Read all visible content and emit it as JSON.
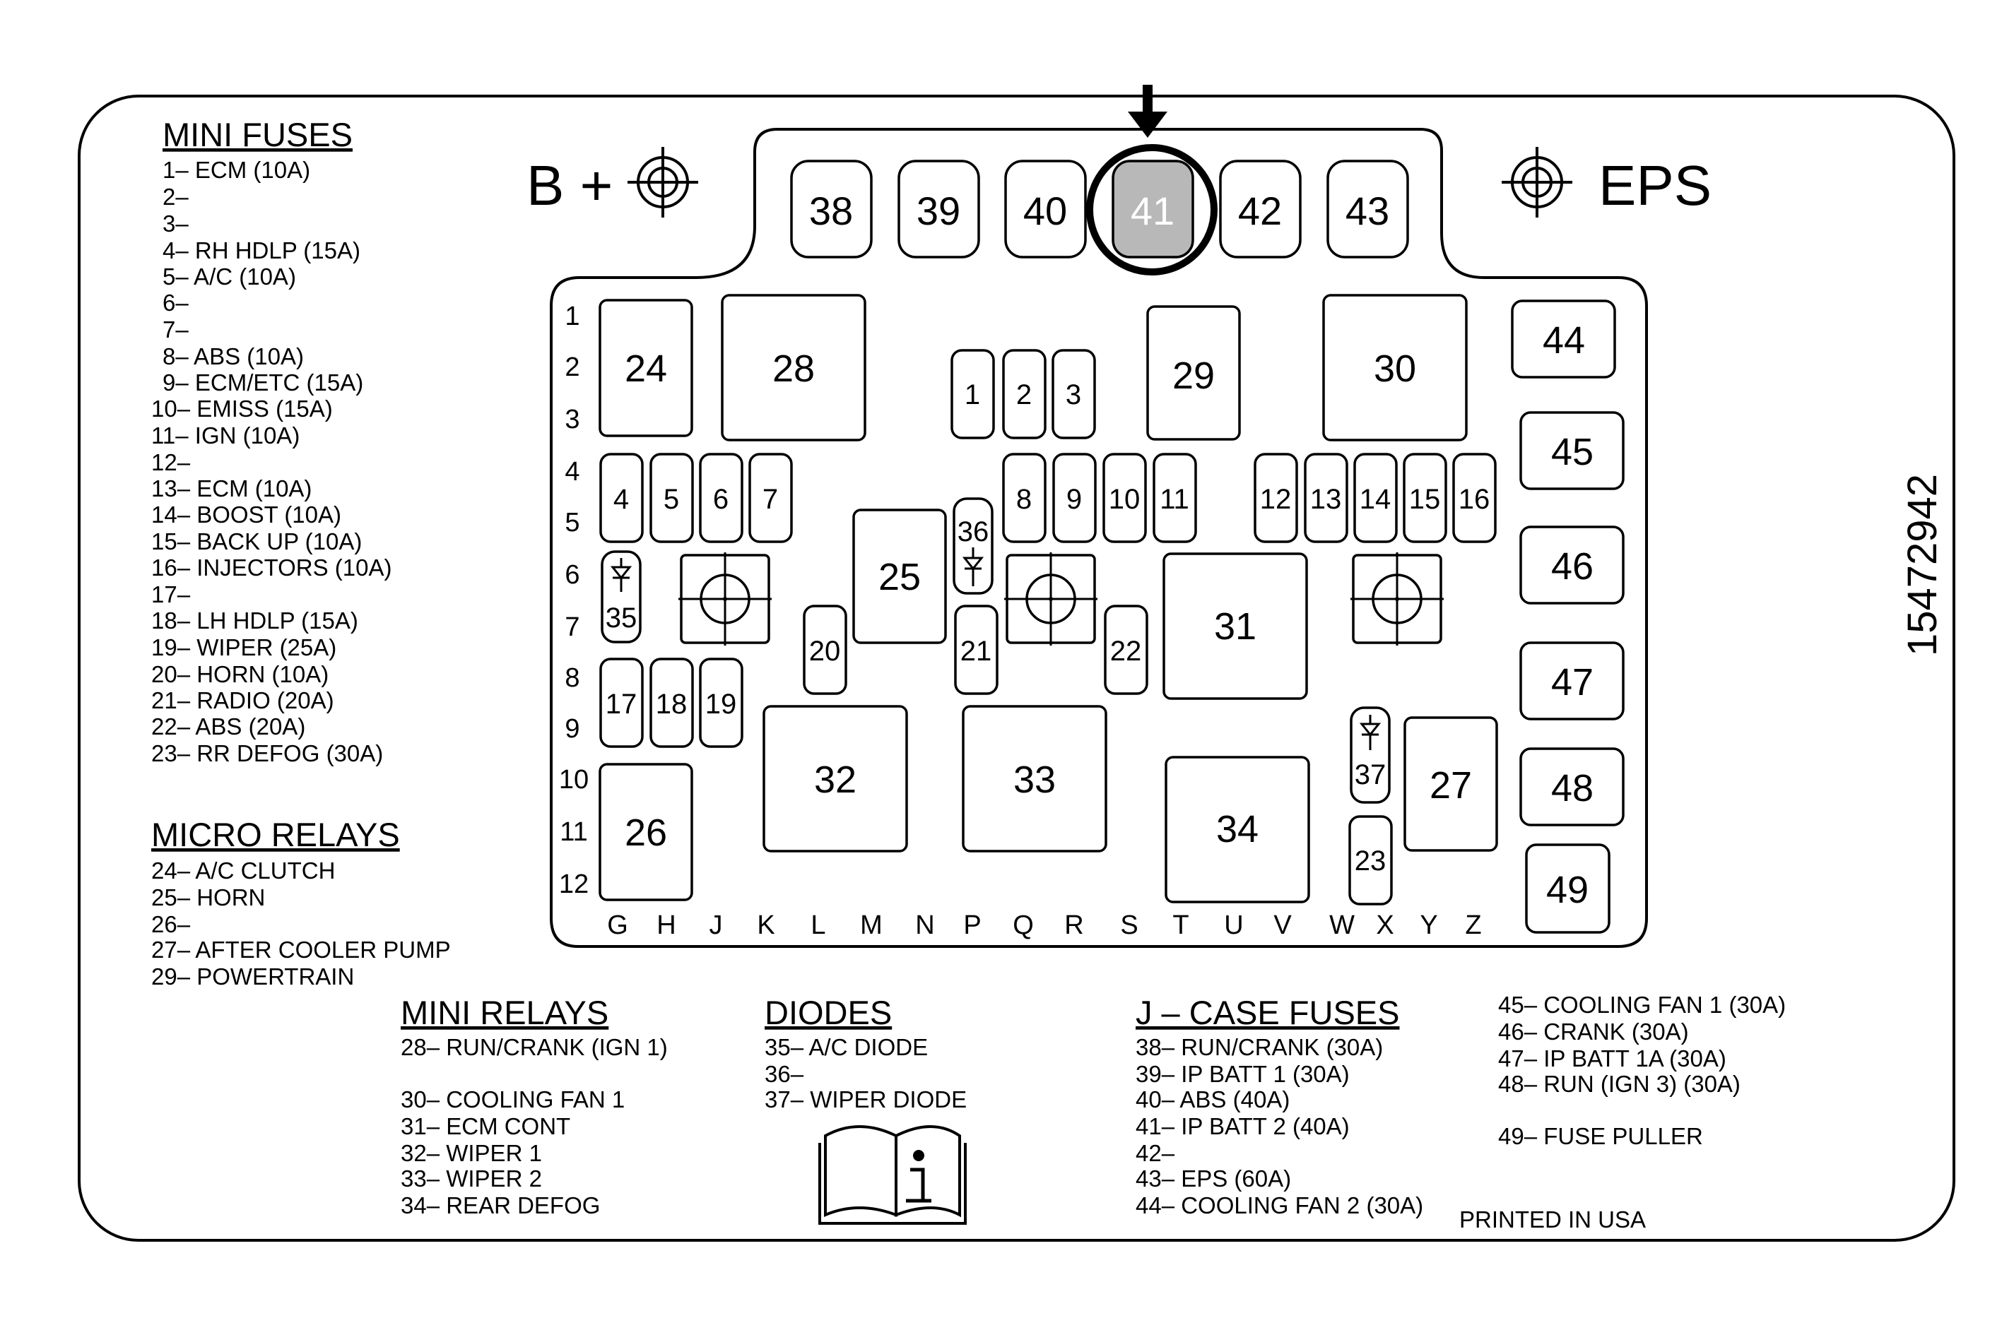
{
  "label": {
    "part_number": "15472942",
    "left_terminal": "B +",
    "right_terminal": "EPS",
    "printed": "PRINTED IN USA",
    "highlight_color": "#b8b8b8",
    "highlighted_position": "41",
    "icons": [
      "stud-terminal-icon",
      "arrow-down-icon",
      "owner-manual-info-icon",
      "diode-symbol-icon"
    ]
  },
  "grid": {
    "rows": [
      "1",
      "2",
      "3",
      "4",
      "5",
      "6",
      "7",
      "8",
      "9",
      "10",
      "11",
      "12"
    ],
    "cols": [
      "G",
      "H",
      "J",
      "K",
      "L",
      "M",
      "N",
      "P",
      "Q",
      "R",
      "S",
      "T",
      "U",
      "V",
      "W",
      "X",
      "Y",
      "Z"
    ]
  },
  "positions": {
    "p1": "1",
    "p2": "2",
    "p3": "3",
    "p4": "4",
    "p5": "5",
    "p6": "6",
    "p7": "7",
    "p8": "8",
    "p9": "9",
    "p10": "10",
    "p11": "11",
    "p12": "12",
    "p13": "13",
    "p14": "14",
    "p15": "15",
    "p16": "16",
    "p17": "17",
    "p18": "18",
    "p19": "19",
    "p20": "20",
    "p21": "21",
    "p22": "22",
    "p23": "23",
    "p24": "24",
    "p25": "25",
    "p26": "26",
    "p27": "27",
    "p28": "28",
    "p29": "29",
    "p30": "30",
    "p31": "31",
    "p32": "32",
    "p33": "33",
    "p34": "34",
    "p35": "35",
    "p36": "36",
    "p37": "37",
    "p38": "38",
    "p39": "39",
    "p40": "40",
    "p41": "41",
    "p42": "42",
    "p43": "43",
    "p44": "44",
    "p45": "45",
    "p46": "46",
    "p47": "47",
    "p48": "48",
    "p49": "49"
  },
  "legend": {
    "mini_fuses": {
      "title": "MINI FUSES",
      "items": [
        "1– ECM (10A)",
        "2–",
        "3–",
        "4– RH HDLP (15A)",
        "5– A/C (10A)",
        "6–",
        "7–",
        "8– ABS (10A)",
        "9– ECM/ETC (15A)",
        "10– EMISS (15A)",
        "11– IGN (10A)",
        "12–",
        "13– ECM (10A)",
        "14– BOOST (10A)",
        "15– BACK UP (10A)",
        "16– INJECTORS (10A)",
        "17–",
        "18– LH HDLP (15A)",
        "19– WIPER (25A)",
        "20– HORN (10A)",
        "21– RADIO (20A)",
        "22– ABS (20A)",
        "23– RR DEFOG (30A)"
      ]
    },
    "micro_relays": {
      "title": "MICRO RELAYS",
      "items": [
        "24– A/C CLUTCH",
        "25– HORN",
        "26–",
        "27– AFTER COOLER PUMP",
        "29– POWERTRAIN"
      ]
    },
    "mini_relays": {
      "title": "MINI RELAYS",
      "items": [
        "28– RUN/CRANK (IGN 1)",
        "30– COOLING FAN 1",
        "31– ECM CONT",
        "32– WIPER 1",
        "33– WIPER 2",
        "34– REAR DEFOG"
      ]
    },
    "diodes": {
      "title": "DIODES",
      "items": [
        "35– A/C DIODE",
        "36–",
        "37– WIPER DIODE"
      ]
    },
    "j_case_fuses": {
      "title": "J – CASE FUSES",
      "items": [
        "38– RUN/CRANK (30A)",
        "39– IP BATT 1 (30A)",
        "40– ABS (40A)",
        "41– IP BATT 2 (40A)",
        "42–",
        "43– EPS (60A)",
        "44– COOLING FAN 2 (30A)"
      ]
    },
    "j_case_fuses_cont": {
      "items": [
        "45– COOLING FAN 1 (30A)",
        "46– CRANK (30A)",
        "47– IP BATT 1A (30A)",
        "48– RUN (IGN 3) (30A)",
        "49– FUSE PULLER"
      ]
    }
  }
}
